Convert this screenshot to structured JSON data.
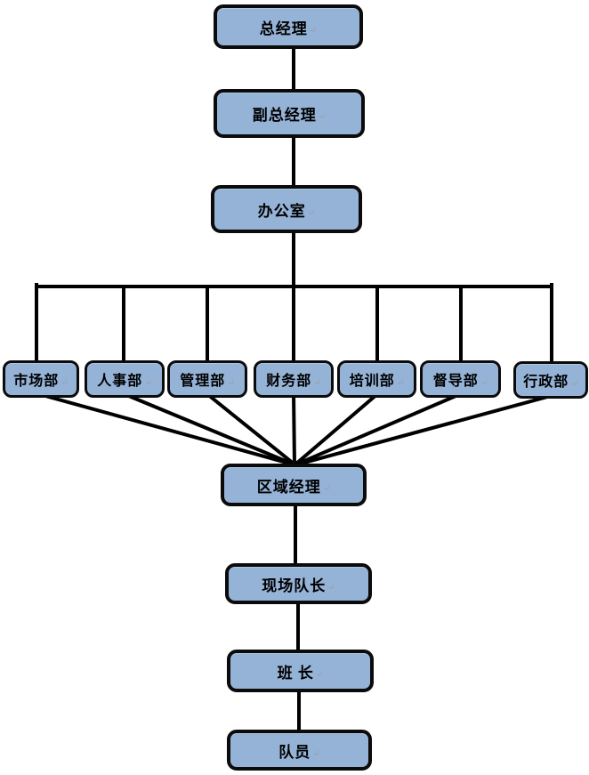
{
  "org_chart": {
    "paragraph_mark": "↵",
    "nodes": {
      "general_manager": {
        "label": "总经理"
      },
      "deputy_general_manager": {
        "label": "副总经理"
      },
      "office": {
        "label": "办公室"
      },
      "regional_manager": {
        "label": "区域经理"
      },
      "site_team_leader": {
        "label": "现场队长"
      },
      "squad_leader": {
        "label": "班 长"
      },
      "team_member": {
        "label": "队员"
      }
    },
    "departments": [
      {
        "label": "市场部"
      },
      {
        "label": "人事部"
      },
      {
        "label": "管理部"
      },
      {
        "label": "财务部"
      },
      {
        "label": "培训部"
      },
      {
        "label": "督导部"
      },
      {
        "label": "行政部"
      }
    ],
    "colors": {
      "node_fill": "#95b3d7",
      "node_border": "#0b0b0b",
      "connector": "#000000",
      "label_text": "#000000",
      "background": "#ffffff"
    }
  }
}
